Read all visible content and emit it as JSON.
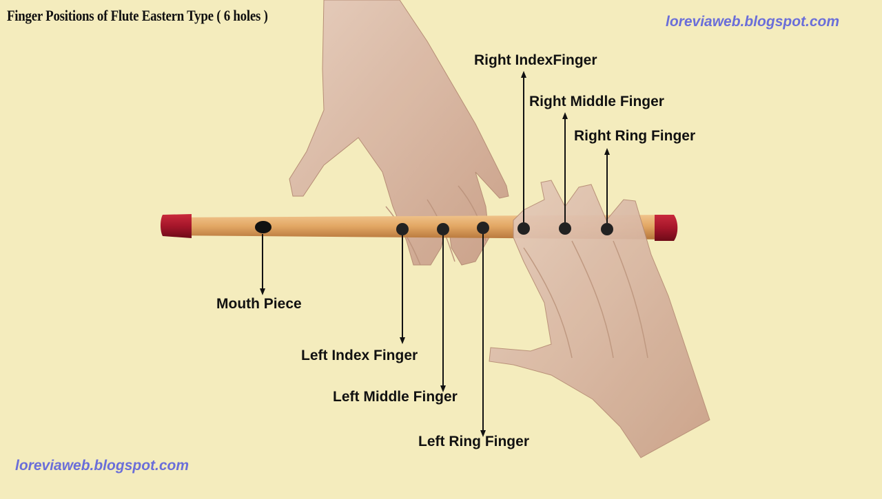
{
  "title": "Finger Positions of Flute Eastern Type ( 6 holes )",
  "watermark_top": "loreviaweb.blogspot.com",
  "watermark_bottom": "loreviaweb.blogspot.com",
  "labels": {
    "mouth_piece": "Mouth Piece",
    "left_index": "Left Index Finger",
    "left_middle": "Left Middle Finger",
    "left_ring": "Left Ring Finger",
    "right_index": "Right IndexFinger",
    "right_middle": "Right Middle Finger",
    "right_ring": "Right Ring Finger"
  },
  "colors": {
    "background": "#f4ecbd",
    "bamboo": "#e3a865",
    "flute_end": "#a5162a",
    "skin": "#d9b9a6",
    "watermark": "#6a6ed9"
  }
}
